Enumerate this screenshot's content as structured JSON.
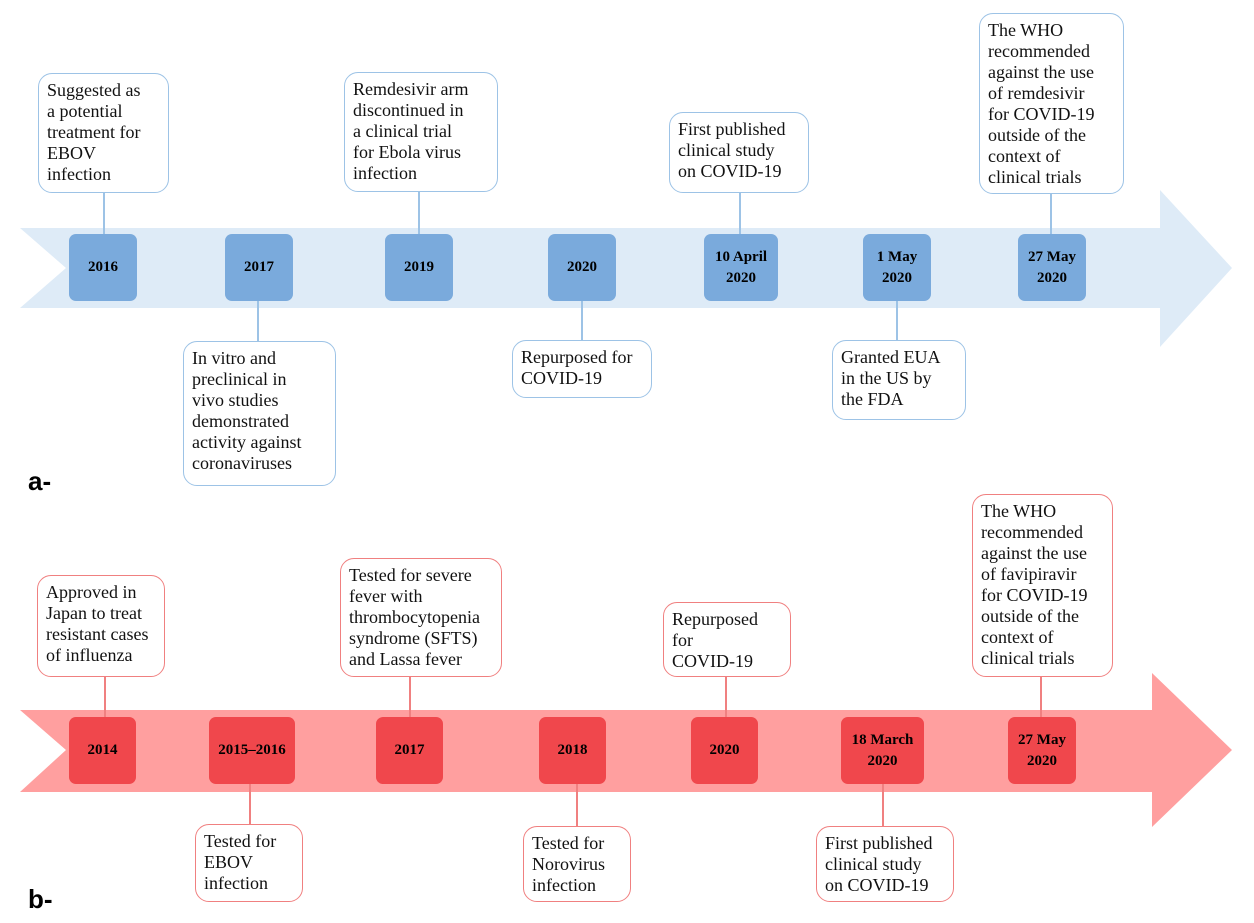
{
  "panel_a": {
    "label": "a-",
    "milestones": [
      "2016",
      "2017",
      "2019",
      "2020",
      "10 April\n2020",
      "1 May\n2020",
      "27 May\n2020"
    ],
    "notes": [
      "Suggested as\na potential\ntreatment for\nEBOV\ninfection",
      "In vitro and\npreclinical in\nvivo studies\ndemonstrated\nactivity against\ncoronaviruses",
      "Remdesivir arm\ndiscontinued in\na clinical trial\nfor Ebola virus\ninfection",
      "Repurposed for\nCOVID-19",
      "First published\nclinical study\non COVID-19",
      "Granted EUA\nin the US by\nthe FDA",
      "The WHO\nrecommended\nagainst the use\nof remdesivir\nfor COVID-19\noutside of the\ncontext of\nclinical trials"
    ]
  },
  "panel_b": {
    "label": "b-",
    "milestones": [
      "2014",
      "2015–2016",
      "2017",
      "2018",
      "2020",
      "18 March\n2020",
      "27 May\n2020"
    ],
    "notes": [
      "Approved in\nJapan to treat\nresistant cases\nof influenza",
      "Tested for\nEBOV\ninfection",
      "Tested for severe\nfever with\nthrombocytopenia\nsyndrome (SFTS)\nand Lassa fever",
      "Tested for\nNorovirus\ninfection",
      "Repurposed for\nCOVID-19",
      "First published\nclinical study\non COVID-19",
      "The WHO\nrecommended\nagainst the use\nof favipiravir\nfor COVID-19\noutside of the\ncontext of\nclinical trials"
    ]
  },
  "colors": {
    "arrow_a": "#deebf7",
    "milestone_a": "#7aaadc",
    "border_a": "#9dc3e6",
    "arrow_b": "#ff9f9f",
    "milestone_b": "#f0474c",
    "border_b": "#f08080"
  }
}
